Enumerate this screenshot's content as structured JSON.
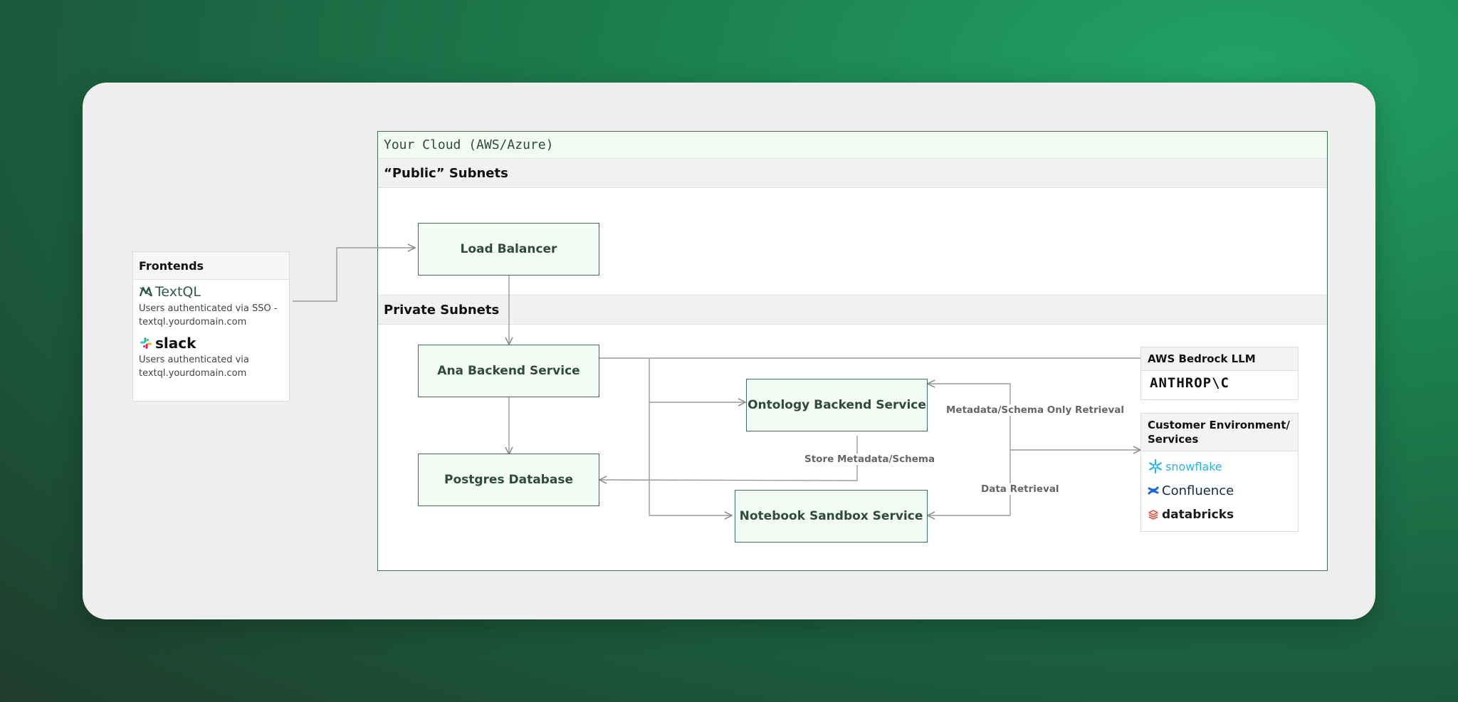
{
  "frontends": {
    "title": "Frontends",
    "textql": {
      "name": "TextQL",
      "desc1": "Users authenticated via SSO -",
      "desc2": "textql.yourdomain.com"
    },
    "slack": {
      "name": "slack",
      "desc1": "Users authenticated via",
      "desc2": "textql.yourdomain.com"
    }
  },
  "cloud": {
    "title": "Your Cloud (AWS/Azure)",
    "public_subnet": "“Public” Subnets",
    "private_subnet": "Private Subnets"
  },
  "services": {
    "load_balancer": "Load Balancer",
    "ana_backend": "Ana Backend Service",
    "postgres": "Postgres Database",
    "ontology": "Ontology Backend Service",
    "notebook": "Notebook Sandbox Service"
  },
  "edges": {
    "store": "Store Metadata/Schema",
    "metadata_retrieval": "Metadata/Schema Only Retrieval",
    "data_retrieval": "Data Retrieval"
  },
  "external": {
    "bedrock": {
      "title": "AWS Bedrock LLM",
      "provider": "ANTHROP\\C"
    },
    "customer": {
      "title_line1": "Customer Environment/",
      "title_line2": "Services",
      "items": [
        "snowflake",
        "Confluence",
        "databricks"
      ]
    }
  },
  "colors": {
    "accent": "#3f6e58",
    "box_fill": "#f2fbf4",
    "snowflake": "#29b5e8",
    "confluence": "#1868db",
    "databricks": "#e5533d"
  }
}
